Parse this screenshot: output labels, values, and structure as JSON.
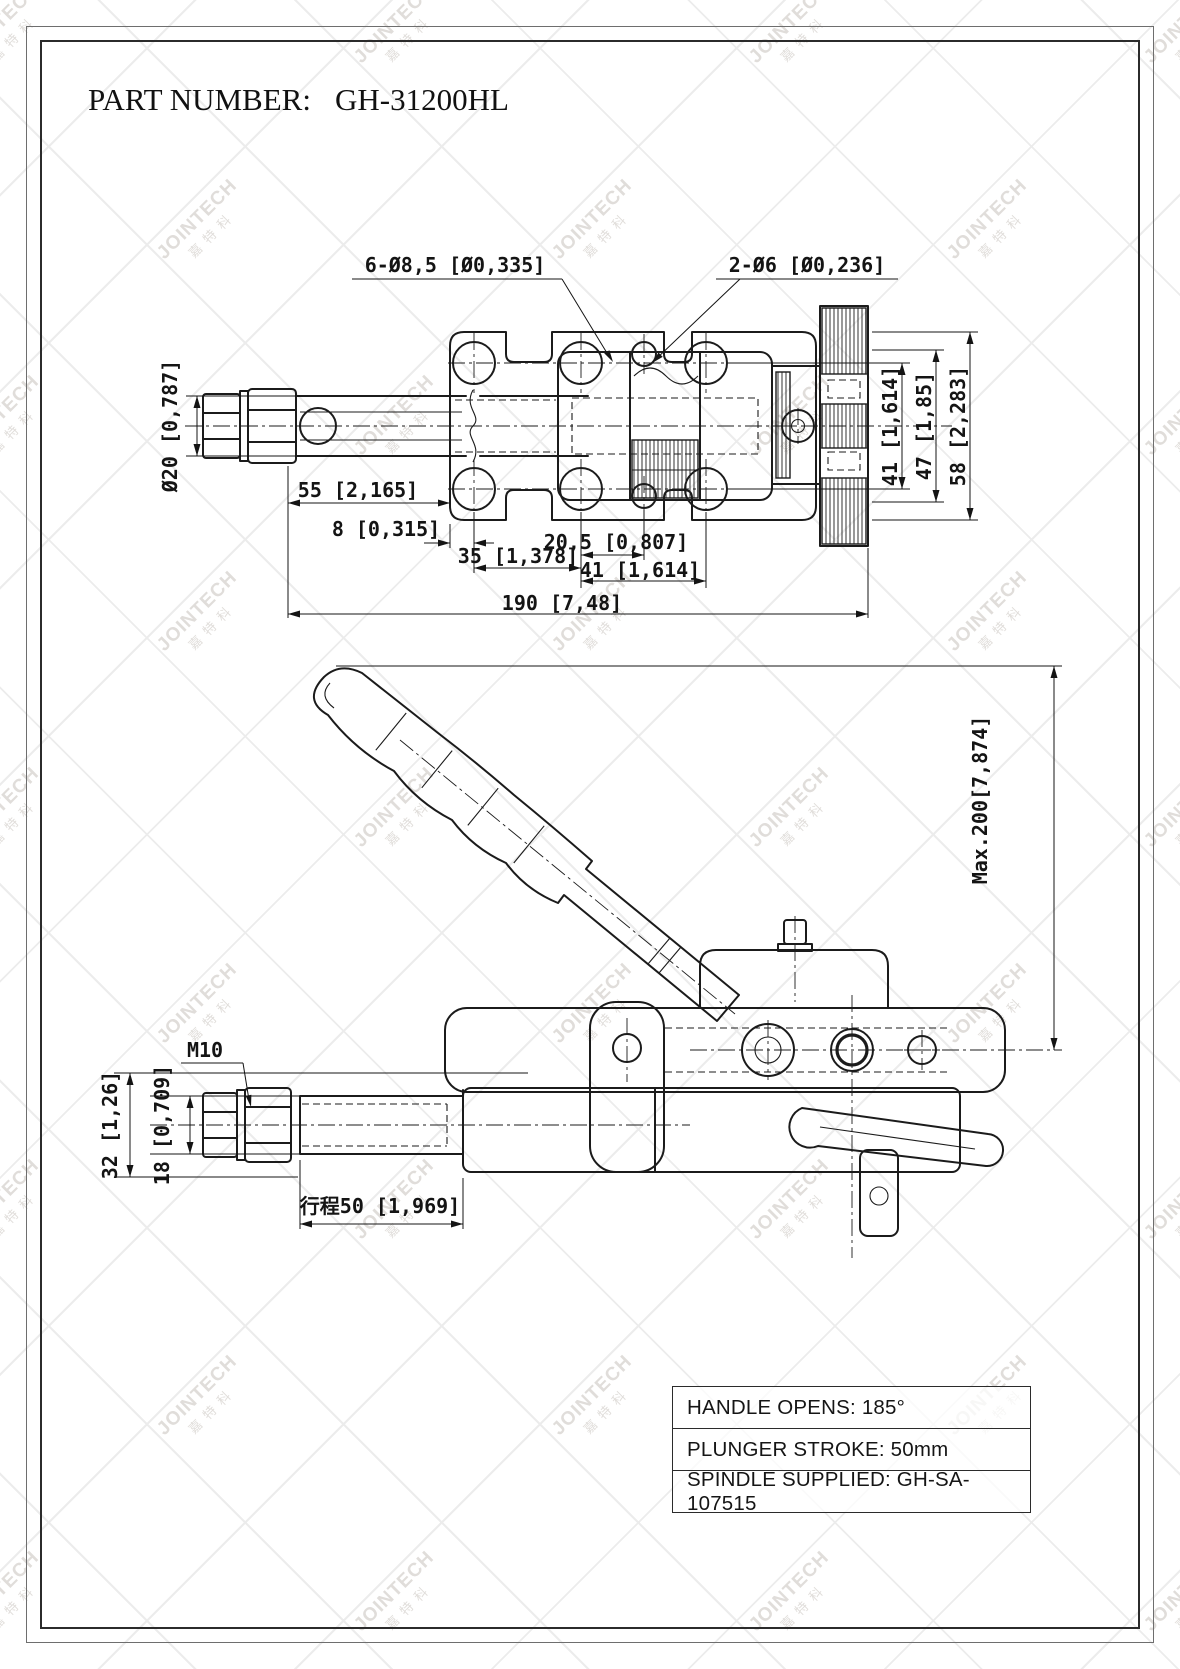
{
  "page": {
    "title_label": "PART NUMBER:",
    "title_value": "GH-31200HL"
  },
  "watermark": {
    "brand": "JOINTECH",
    "brand_cn": "嘉特科"
  },
  "top_view": {
    "callout_large_holes": "6-Ø8,5 [Ø0,335]",
    "callout_small_holes": "2-Ø6 [Ø0,236]",
    "dim_spindle_diameter": "Ø20 [0,787]",
    "dim_spindle_length": "55 [2,165]",
    "dim_edge_to_hole": "8 [0,315]",
    "dim_hole_pitch_35": "35 [1,378]",
    "dim_small_hole_offset": "20,5 [0,807]",
    "dim_hole_pitch_41": "41 [1,614]",
    "dim_total_length": "190 [7,48]",
    "dim_hole_row_pitch": "41 [1,614]",
    "dim_body_width": "47 [1,85]",
    "dim_overall_width": "58 [2,283]"
  },
  "side_view": {
    "callout_thread": "M10",
    "dim_nut_width": "32 [1,26]",
    "dim_rod_diameter": "18 [0,709]",
    "dim_plunger_stroke": "行程50 [1,969]",
    "dim_max_height": "Max.200[7,874]"
  },
  "spec_table": {
    "rows": [
      "HANDLE OPENS: 185°",
      "PLUNGER STROKE: 50mm",
      "SPINDLE SUPPLIED: GH-SA-107515"
    ]
  },
  "colors": {
    "line": "#1b1b1b",
    "dimension": "#141414",
    "watermark": "#c7c2bc",
    "frame": "#2b2b2b"
  }
}
